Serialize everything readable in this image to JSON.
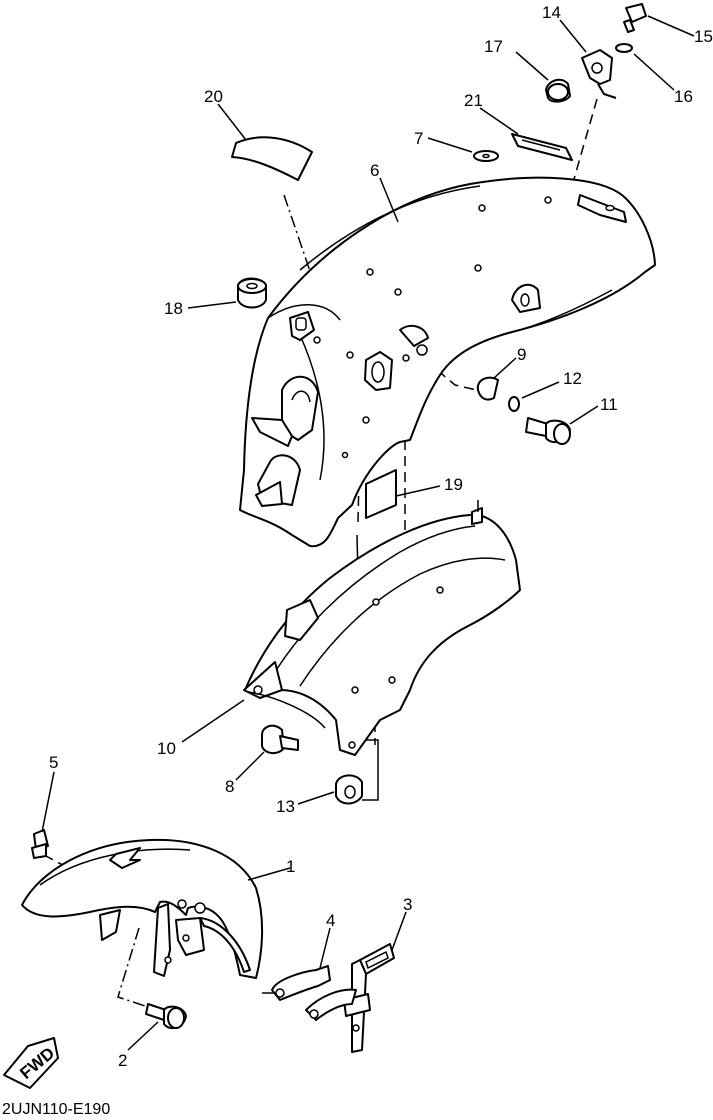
{
  "callouts": {
    "c1": "1",
    "c2": "2",
    "c3": "3",
    "c4": "4",
    "c5": "5",
    "c6": "6",
    "c7": "7",
    "c8": "8",
    "c9": "9",
    "c10": "10",
    "c11": "11",
    "c12": "12",
    "c13": "13",
    "c14": "14",
    "c15": "15",
    "c16": "16",
    "c17": "17",
    "c18": "18",
    "c19": "19",
    "c20": "20",
    "c21": "21"
  },
  "fwd_label": "FWD",
  "diagram_code": "2UJN110-E190"
}
